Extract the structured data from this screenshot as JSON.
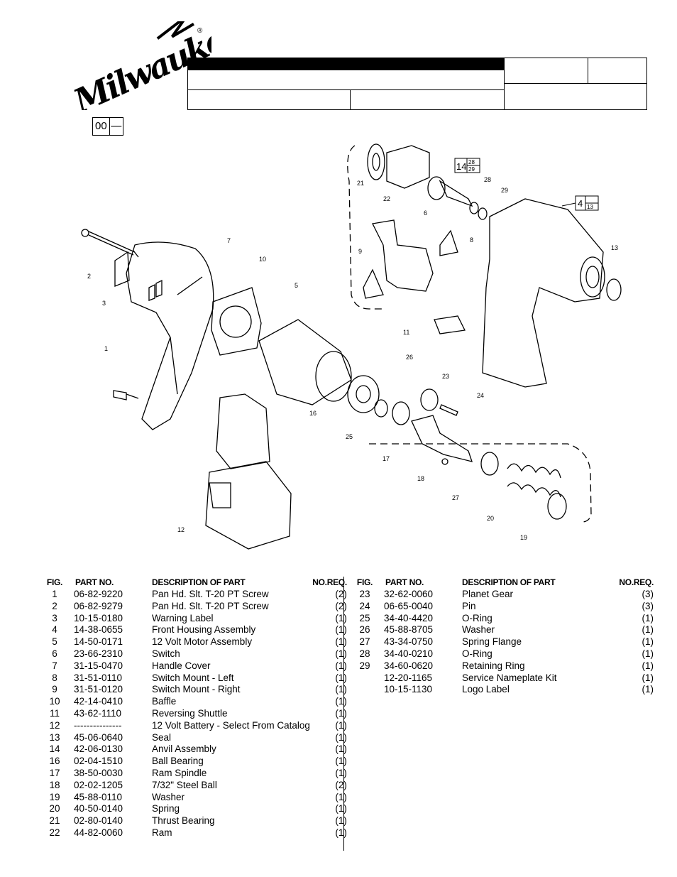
{
  "brand": {
    "name": "Milwaukee",
    "registered": "®"
  },
  "badge": {
    "code": "00",
    "dash": "—"
  },
  "callouts": [
    {
      "main": "14",
      "top": "28",
      "bottom": "29"
    },
    {
      "main": "4",
      "top": "",
      "bottom": "13"
    }
  ],
  "diagram_labels": [
    "21",
    "22",
    "28",
    "29",
    "6",
    "8",
    "9",
    "11",
    "7",
    "10",
    "5",
    "2",
    "3",
    "1",
    "16",
    "26",
    "23",
    "24",
    "25",
    "17",
    "18",
    "27",
    "20",
    "19",
    "12",
    "13"
  ],
  "parts_headers": {
    "fig": "FIG.",
    "part": "PART NO.",
    "desc": "DESCRIPTION OF PART",
    "req": "NO.REQ."
  },
  "parts_left": [
    {
      "fig": "1",
      "part": "06-82-9220",
      "desc": "Pan Hd. Slt. T-20 PT Screw",
      "req": "(2)"
    },
    {
      "fig": "2",
      "part": "06-82-9279",
      "desc": "Pan Hd. Slt. T-20 PT Screw",
      "req": "(2)"
    },
    {
      "fig": "3",
      "part": "10-15-0180",
      "desc": "Warning  Label",
      "req": "(1)"
    },
    {
      "fig": "4",
      "part": "14-38-0655",
      "desc": "Front  Housing  Assembly",
      "req": "(1)"
    },
    {
      "fig": "5",
      "part": "14-50-0171",
      "desc": "12 Volt Motor Assembly",
      "req": "(1)"
    },
    {
      "fig": "6",
      "part": "23-66-2310",
      "desc": "Switch",
      "req": "(1)"
    },
    {
      "fig": "7",
      "part": "31-15-0470",
      "desc": "Handle Cover",
      "req": "(1)"
    },
    {
      "fig": "8",
      "part": "31-51-0110",
      "desc": "Switch Mount - Left",
      "req": "(1)"
    },
    {
      "fig": "9",
      "part": "31-51-0120",
      "desc": "Switch Mount - Right",
      "req": "(1)"
    },
    {
      "fig": "10",
      "part": "42-14-0410",
      "desc": "Baffle",
      "req": "(1)"
    },
    {
      "fig": "11",
      "part": "43-62-1110",
      "desc": "Reversing  Shuttle",
      "req": "(1)"
    },
    {
      "fig": "12",
      "part": "---------------",
      "desc": "12 Volt Battery - Select From Catalog",
      "req": "(1)"
    },
    {
      "fig": "13",
      "part": "45-06-0640",
      "desc": "Seal",
      "req": "(1)"
    },
    {
      "fig": "14",
      "part": "42-06-0130",
      "desc": "Anvil Assembly",
      "req": "(1)"
    },
    {
      "fig": "16",
      "part": "02-04-1510",
      "desc": "Ball Bearing",
      "req": "(1)"
    },
    {
      "fig": "17",
      "part": "38-50-0030",
      "desc": "Ram  Spindle",
      "req": "(1)"
    },
    {
      "fig": "18",
      "part": "02-02-1205",
      "desc": "7/32\" Steel Ball",
      "req": "(2)"
    },
    {
      "fig": "19",
      "part": "45-88-0110",
      "desc": "Washer",
      "req": "(1)"
    },
    {
      "fig": "20",
      "part": "40-50-0140",
      "desc": "Spring",
      "req": "(1)"
    },
    {
      "fig": "21",
      "part": "02-80-0140",
      "desc": "Thrust  Bearing",
      "req": "(1)"
    },
    {
      "fig": "22",
      "part": "44-82-0060",
      "desc": "Ram",
      "req": "(1)"
    }
  ],
  "parts_right": [
    {
      "fig": "23",
      "part": "32-62-0060",
      "desc": "Planet Gear",
      "req": "(3)"
    },
    {
      "fig": "24",
      "part": "06-65-0040",
      "desc": "Pin",
      "req": "(3)"
    },
    {
      "fig": "25",
      "part": "34-40-4420",
      "desc": "O-Ring",
      "req": "(1)"
    },
    {
      "fig": "26",
      "part": "45-88-8705",
      "desc": "Washer",
      "req": "(1)"
    },
    {
      "fig": "27",
      "part": "43-34-0750",
      "desc": "Spring  Flange",
      "req": "(1)"
    },
    {
      "fig": "28",
      "part": "34-40-0210",
      "desc": "O-Ring",
      "req": "(1)"
    },
    {
      "fig": "29",
      "part": "34-60-0620",
      "desc": "Retaining  Ring",
      "req": "(1)"
    },
    {
      "fig": "",
      "part": "12-20-1165",
      "desc": "Service Nameplate Kit",
      "req": "(1)"
    },
    {
      "fig": "",
      "part": "10-15-1130",
      "desc": "Logo  Label",
      "req": "(1)"
    }
  ]
}
